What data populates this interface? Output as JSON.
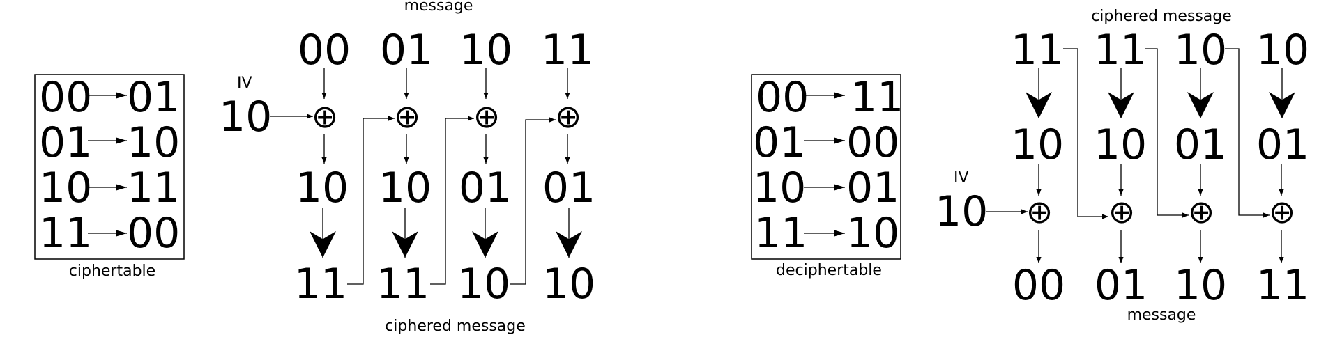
{
  "encrypt": {
    "title": "message",
    "table_caption": "ciphertable",
    "table": [
      {
        "from": "00",
        "to": "01"
      },
      {
        "from": "01",
        "to": "10"
      },
      {
        "from": "10",
        "to": "11"
      },
      {
        "from": "11",
        "to": "00"
      }
    ],
    "iv_label": "IV",
    "iv": "10",
    "xor_symbol": "⊕",
    "message": [
      "00",
      "01",
      "10",
      "11"
    ],
    "xored": [
      "10",
      "10",
      "01",
      "01"
    ],
    "cipher": [
      "11",
      "11",
      "10",
      "10"
    ],
    "bottom_caption": "ciphered message"
  },
  "decrypt": {
    "title": "ciphered message",
    "table_caption": "deciphertable",
    "table": [
      {
        "from": "00",
        "to": "11"
      },
      {
        "from": "01",
        "to": "00"
      },
      {
        "from": "10",
        "to": "01"
      },
      {
        "from": "11",
        "to": "10"
      }
    ],
    "iv_label": "IV",
    "iv": "10",
    "xor_symbol": "⊕",
    "cipher": [
      "11",
      "11",
      "10",
      "10"
    ],
    "deciphered": [
      "10",
      "10",
      "01",
      "01"
    ],
    "message": [
      "00",
      "01",
      "10",
      "11"
    ],
    "bottom_caption": "message"
  }
}
